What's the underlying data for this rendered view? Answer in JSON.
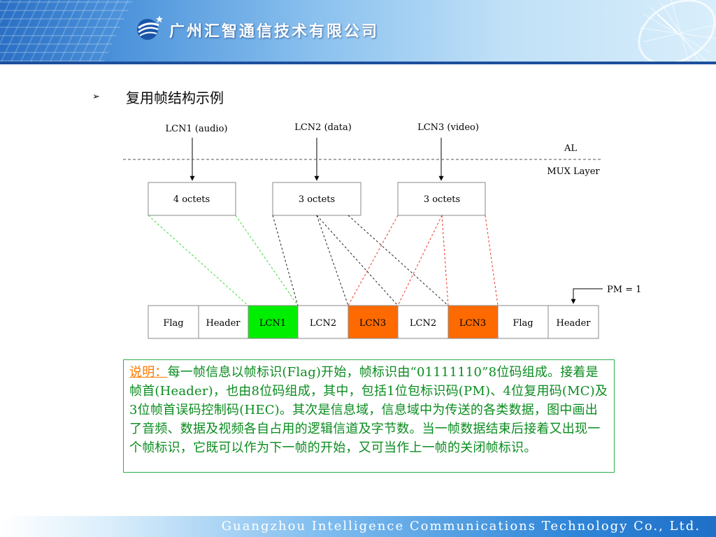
{
  "header": {
    "company_name": "广州汇智通信技术有限公司",
    "logo_icon": "globe-swoosh-star-logo",
    "background_icon": "satellite-dish-icon",
    "colors": {
      "banner_dark": "#2a6fc4",
      "banner_light": "#d9eefb",
      "rule": "#1d4f9c"
    }
  },
  "section": {
    "bullet": "➢",
    "title": "复用帧结构示例"
  },
  "diagram": {
    "channels": [
      {
        "label": "LCN1 (audio)",
        "block": "4 octets"
      },
      {
        "label": "LCN2 (data)",
        "block": "3 octets"
      },
      {
        "label": "LCN3 (video)",
        "block": "3 octets"
      }
    ],
    "layer_upper": "AL",
    "layer_lower": "MUX Layer",
    "pm_label": "PM = 1",
    "frame_cells": [
      {
        "label": "Flag",
        "fill": "#ffffff"
      },
      {
        "label": "Header",
        "fill": "#ffffff"
      },
      {
        "label": "LCN1",
        "fill": "#00ee00"
      },
      {
        "label": "LCN2",
        "fill": "#ffffff"
      },
      {
        "label": "LCN3",
        "fill": "#ff6a00"
      },
      {
        "label": "LCN2",
        "fill": "#ffffff"
      },
      {
        "label": "LCN3",
        "fill": "#ff6a00"
      },
      {
        "label": "Flag",
        "fill": "#ffffff"
      },
      {
        "label": "Header",
        "fill": "#ffffff"
      }
    ],
    "line_colors": {
      "lcn1": "#33dd33",
      "lcn2": "#222222",
      "lcn3": "#ee3322"
    }
  },
  "note": {
    "lead": "说明：",
    "text": "每一帧信息以帧标识(Flag)开始，帧标识由“01111110”8位码组成。接着是帧首(Header)，也由8位码组成，其中，包括1位包标识码(PM)、4位复用码(MC)及3位帧首误码控制码(HEC)。其次是信息域，信息域中为传送的各类数据，图中画出了音频、数据及视频各自占用的逻辑信道及字节数。当一帧数据结束后接着又出现一个帧标识，它既可以作为下一帧的开始，又可当作上一帧的关闭帧标识。",
    "colors": {
      "text": "#0a8c1f",
      "lead": "#ff7a00",
      "border": "#2bb14a"
    }
  },
  "footer": {
    "text": "Guangzhou Intelligence Communications Technology Co., Ltd."
  }
}
